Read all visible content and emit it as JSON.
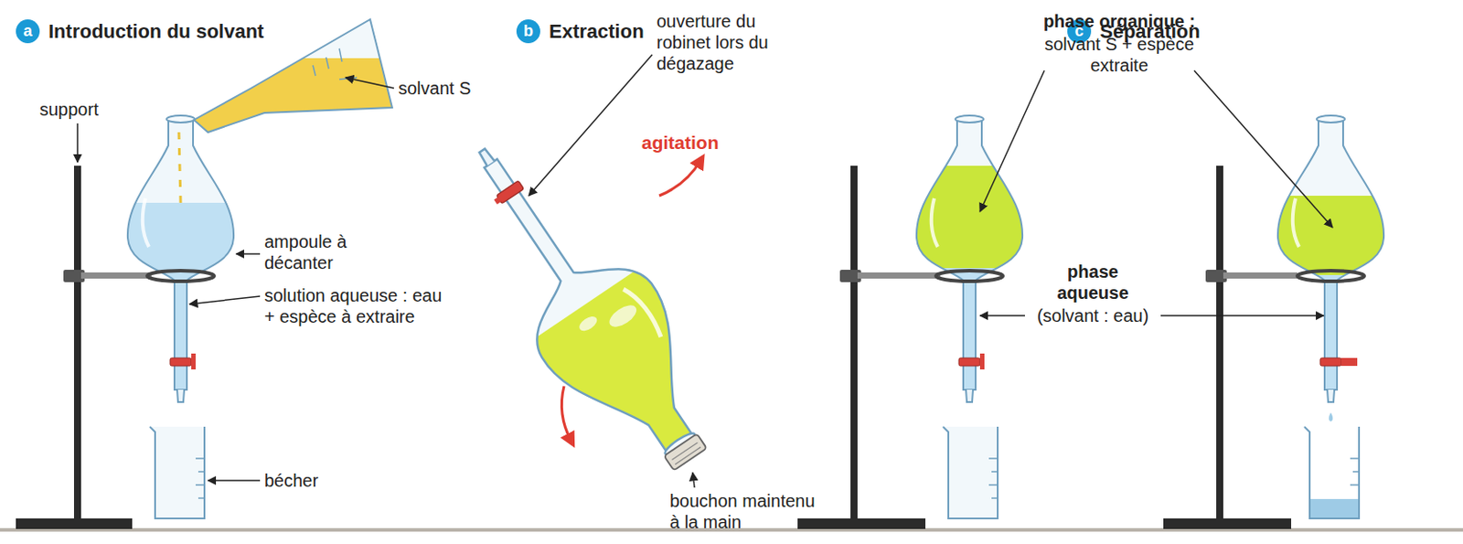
{
  "diagram": {
    "nodes": [
      {
        "text": [
          "a",
          "Introduction du solvant"
        ]
      },
      {
        "text": [
          "b",
          "Extraction"
        ]
      },
      {
        "text": [
          "c",
          "Séparation"
        ]
      }
    ],
    "labels": [
      "support",
      "solvant S",
      "ampoule à décanter",
      "solution aqueuse : eau + espèce à extraire",
      "bécher",
      "ouverture du robinet lors du dégazage",
      "agitation",
      "bouchon maintenu à la main",
      "phase organique :",
      "solvant S + espèce extraite",
      "phase aqueuse",
      "(solvant : eau)"
    ]
  }
}
